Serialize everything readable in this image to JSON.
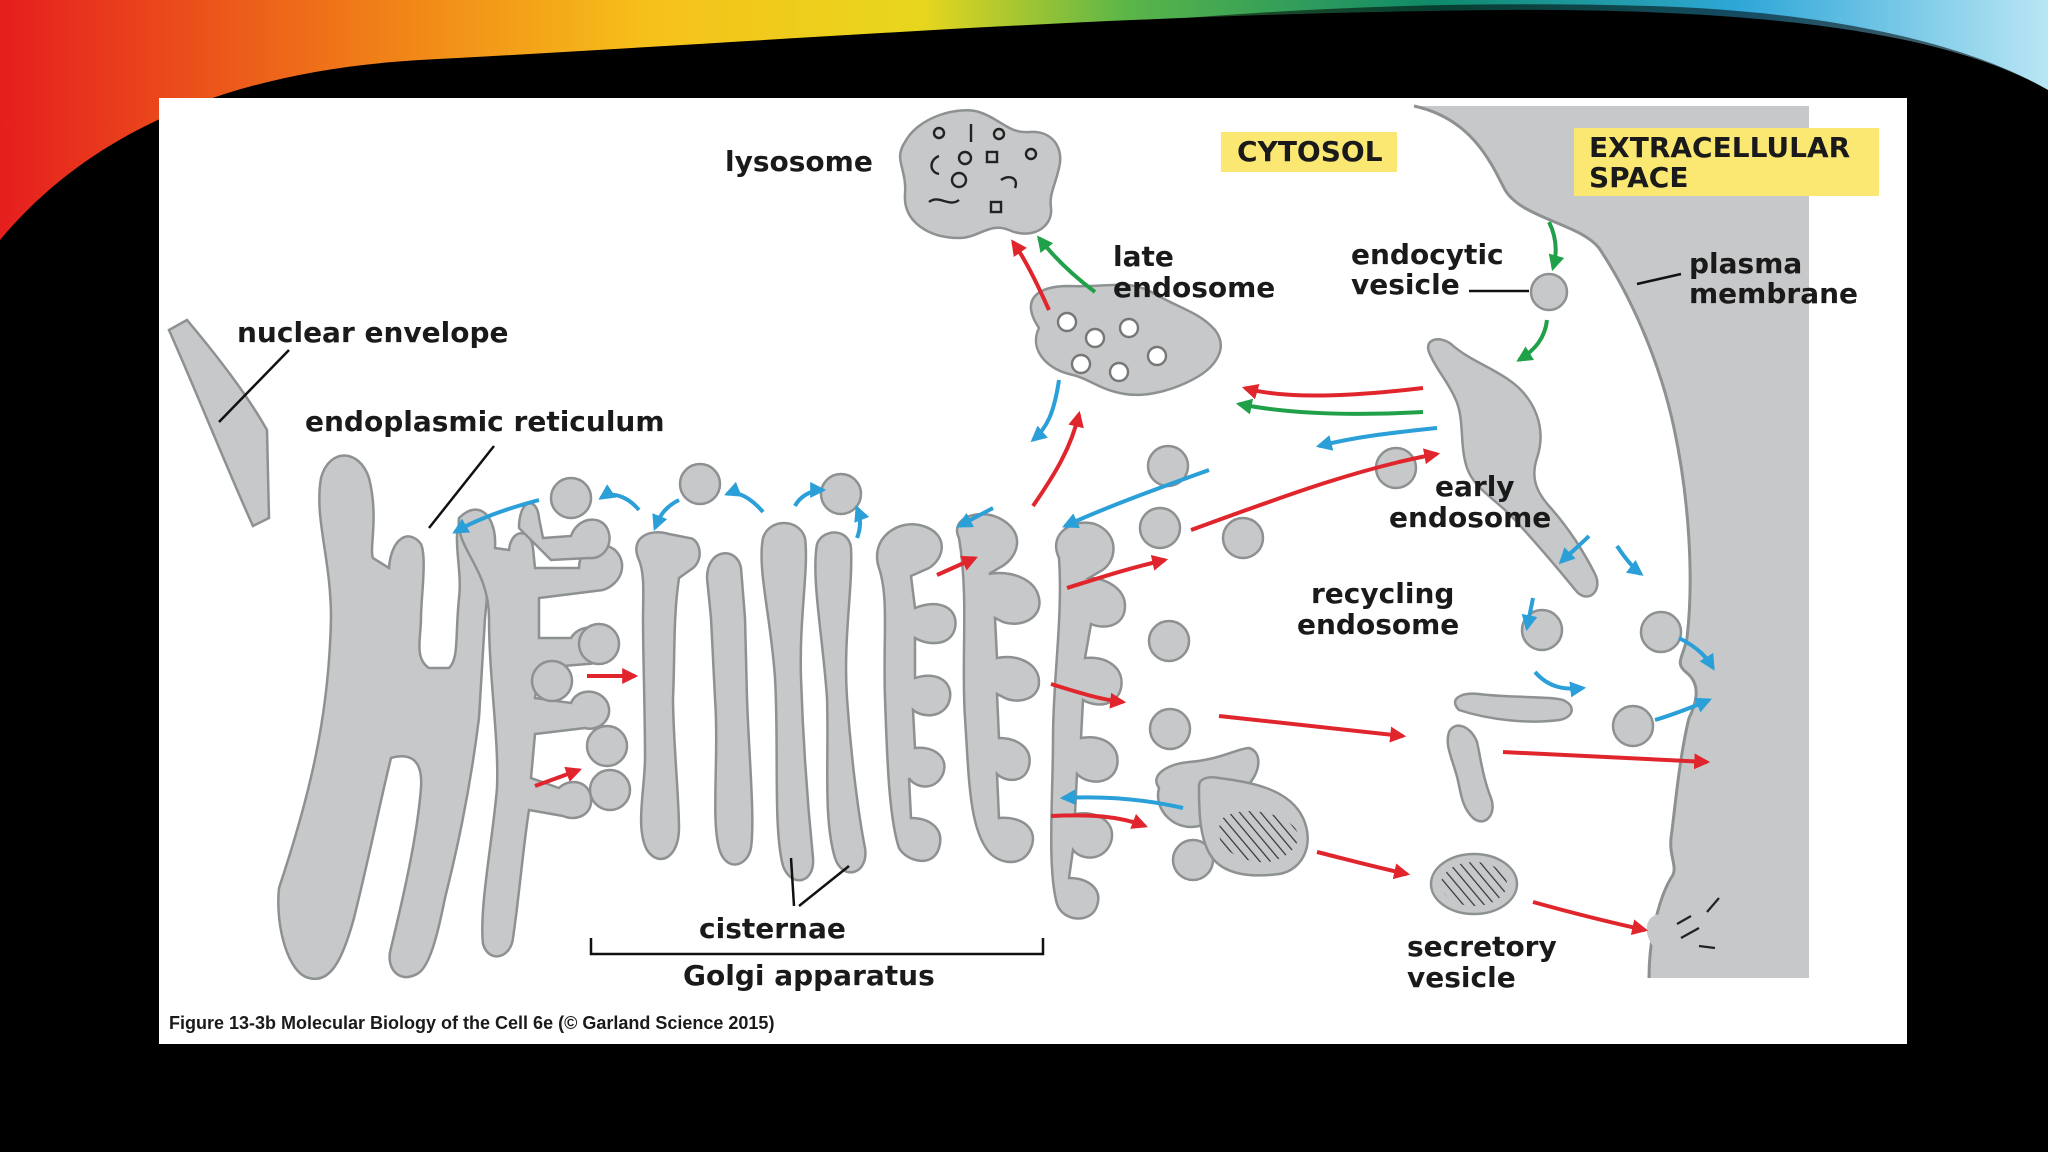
{
  "labels": {
    "lysosome": "lysosome",
    "late_endosome_1": "late",
    "late_endosome_2": "endosome",
    "cytosol": "CYTOSOL",
    "extracellular_1": "EXTRACELLULAR",
    "extracellular_2": "SPACE",
    "endocytic_vesicle_1": "endocytic",
    "endocytic_vesicle_2": "vesicle",
    "plasma_membrane_1": "plasma",
    "plasma_membrane_2": "membrane",
    "nuclear_envelope": "nuclear envelope",
    "endoplasmic_reticulum": "endoplasmic reticulum",
    "early_endosome_1": "early",
    "early_endosome_2": "endosome",
    "recycling_endosome_1": "recycling",
    "recycling_endosome_2": "endosome",
    "cisternae": "cisternae",
    "golgi_apparatus": "Golgi apparatus",
    "secretory_vesicle_1": "secretory",
    "secretory_vesicle_2": "vesicle"
  },
  "caption": "Figure 13-3b  Molecular Biology of the Cell 6e (© Garland Science 2015)",
  "colors": {
    "organelle_fill": "#c6c8c9",
    "label_box": "#fbe873",
    "biosynthetic_arrow": "#e0262c",
    "retrieval_arrow": "#2a9fd8",
    "endocytic_arrow": "#21a04a"
  }
}
